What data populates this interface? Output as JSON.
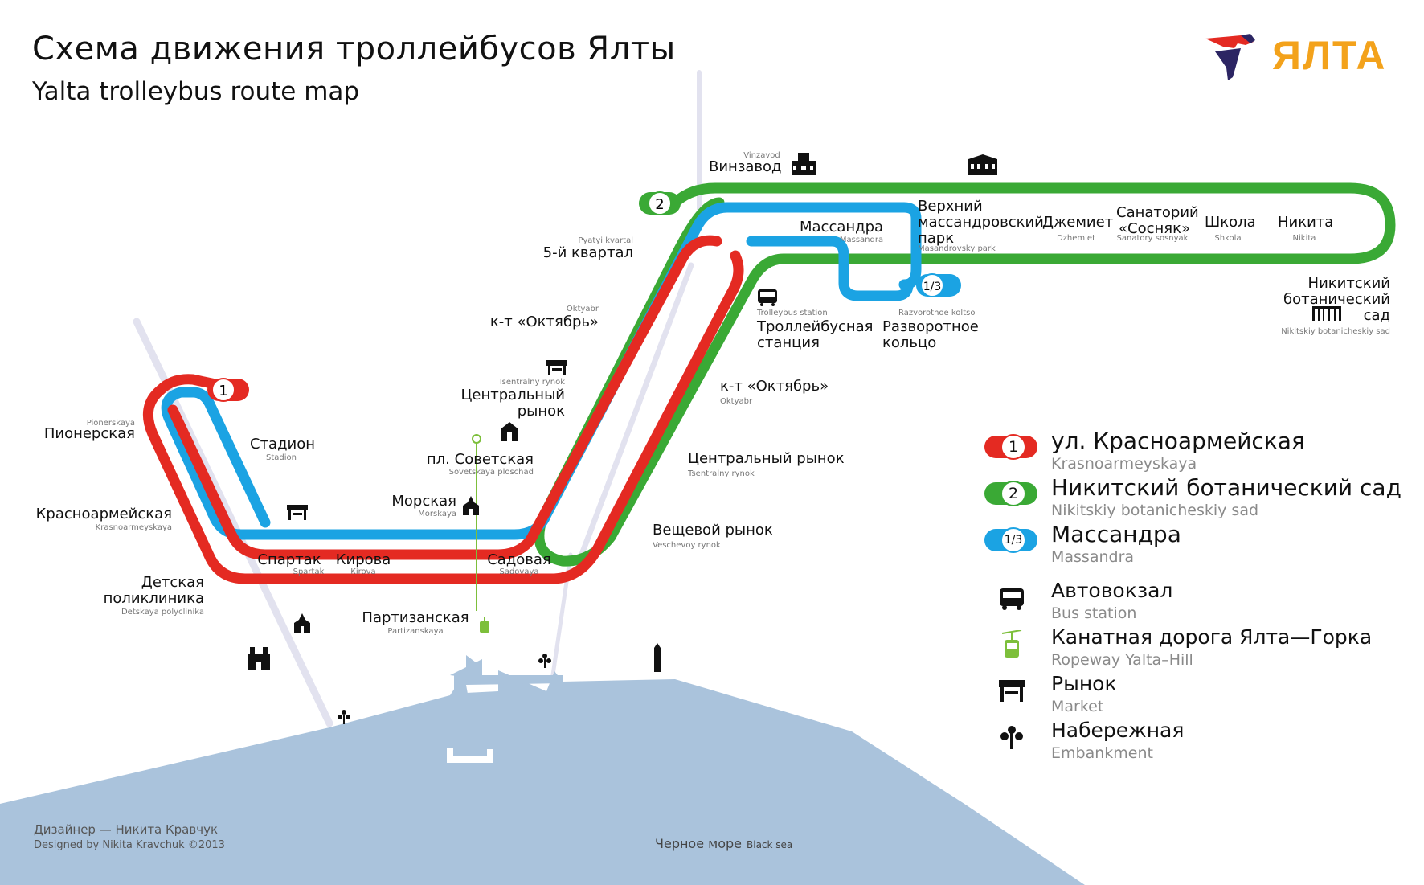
{
  "header": {
    "title_ru": "Схема движения троллейбусов Ялты",
    "title_en": "Yalta trolleybus route map",
    "logo_text": "ЯЛТА",
    "logo_icon": "eagle-icon"
  },
  "routes": [
    {
      "number": "1",
      "color": "#e42a22",
      "name_ru": "ул. Красноармейская",
      "name_en": "Krasnoarmeyskaya"
    },
    {
      "number": "2",
      "color": "#3aa935",
      "name_ru": "Никитский ботанический сад",
      "name_en": "Nikitskiy botanicheskiy sad"
    },
    {
      "number": "1/3",
      "color": "#1ba3e3",
      "name_ru": "Массандра",
      "name_en": "Massandra"
    }
  ],
  "legend_symbols": [
    {
      "icon": "bus-icon",
      "ru": "Автовокзал",
      "en": "Bus station"
    },
    {
      "icon": "cable-car-icon",
      "ru": "Канатная дорога Ялта—Горка",
      "en": "Ropeway Yalta–Hill"
    },
    {
      "icon": "market-icon",
      "ru": "Рынок",
      "en": "Market"
    },
    {
      "icon": "embankment-icon",
      "ru": "Набережная",
      "en": "Embankment"
    }
  ],
  "stations": {
    "vinzavod": {
      "ru": "Винзавод",
      "en": "Vinzavod"
    },
    "massandra": {
      "ru": "Массандра",
      "en": "Massandra"
    },
    "upper_park_1": {
      "ru": "Верхний",
      "en": ""
    },
    "upper_park_2": {
      "ru": "массандровский",
      "en": ""
    },
    "upper_park_3": {
      "ru": "парк",
      "en": "Masandrovsky park"
    },
    "dzhemiet": {
      "ru": "Джемиет",
      "en": "Dzhemiet"
    },
    "sanatoriy_1": {
      "ru": "Санаторий",
      "en": ""
    },
    "sanatoriy_2": {
      "ru": "«Сосняк»",
      "en": "Sanatory sosnyak"
    },
    "shkola": {
      "ru": "Школа",
      "en": "Shkola"
    },
    "nikita": {
      "ru": "Никита",
      "en": "Nikita"
    },
    "nikitsky_1": {
      "ru": "Никитский",
      "en": ""
    },
    "nikitsky_2": {
      "ru": "ботанический",
      "en": ""
    },
    "nikitsky_3": {
      "ru": "сад",
      "en": "Nikitskiy botanicheskiy sad"
    },
    "trolley_station_1": {
      "ru": "Троллейбусная",
      "en": "Trolleybus station"
    },
    "trolley_station_2": {
      "ru": "станция",
      "en": ""
    },
    "razvorotnoe_1": {
      "ru": "Разворотное",
      "en": "Razvorotnoe koltso"
    },
    "razvorotnoe_2": {
      "ru": "кольцо",
      "en": ""
    },
    "pyatiy_kvartal": {
      "ru": "5-й квартал",
      "en": "Pyatyi kvartal"
    },
    "oktyabr_left": {
      "ru": "к-т «Октябрь»",
      "en": "Oktyabr"
    },
    "oktyabr_right": {
      "ru": "к-т «Октябрь»",
      "en": "Oktyabr"
    },
    "tsentr_rynok_left_1": {
      "ru": "Центральный",
      "en": "Tsentralny rynok"
    },
    "tsentr_rynok_left_2": {
      "ru": "рынок",
      "en": ""
    },
    "tsentr_rynok_right": {
      "ru": "Центральный рынок",
      "en": "Tsentralny rynok"
    },
    "veshchevoy": {
      "ru": "Вещевой рынок",
      "en": "Veschevoy rynok"
    },
    "sovetskaya": {
      "ru": "пл. Советская",
      "en": "Sovetskaya ploschad"
    },
    "morskaya": {
      "ru": "Морская",
      "en": "Morskaya"
    },
    "sadovaya": {
      "ru": "Садовая",
      "en": "Sadovaya"
    },
    "kirova": {
      "ru": "Кирова",
      "en": "Kirova"
    },
    "spartak": {
      "ru": "Спартак",
      "en": "Spartak"
    },
    "partizanskaya": {
      "ru": "Партизанская",
      "en": "Partizanskaya"
    },
    "stadion": {
      "ru": "Стадион",
      "en": "Stadion"
    },
    "pionerskaya": {
      "ru": "Пионерская",
      "en": "Pionerskaya"
    },
    "krasnoarmeyskaya": {
      "ru": "Красноармейская",
      "en": "Krasnoarmeyskaya"
    },
    "detskaya_1": {
      "ru": "Детская",
      "en": ""
    },
    "detskaya_2": {
      "ru": "поликлиника",
      "en": "Detskaya polyclinika"
    }
  },
  "route_markers": {
    "r1": "1",
    "r2": "2",
    "r13": "1/3"
  },
  "sea": {
    "ru": "Черное море",
    "en": "Black sea",
    "color": "#aac3dc"
  },
  "credits": {
    "ru": "Дизайнер — Никита Кравчук",
    "en": "Designed by Nikita Kravchuk ©2013"
  },
  "colors": {
    "red": "#e42a22",
    "green": "#3aa935",
    "blue": "#1ba3e3",
    "road": "#e0e0ee",
    "logo_orange": "#f3a21b",
    "logo_navy": "#2c2563"
  }
}
